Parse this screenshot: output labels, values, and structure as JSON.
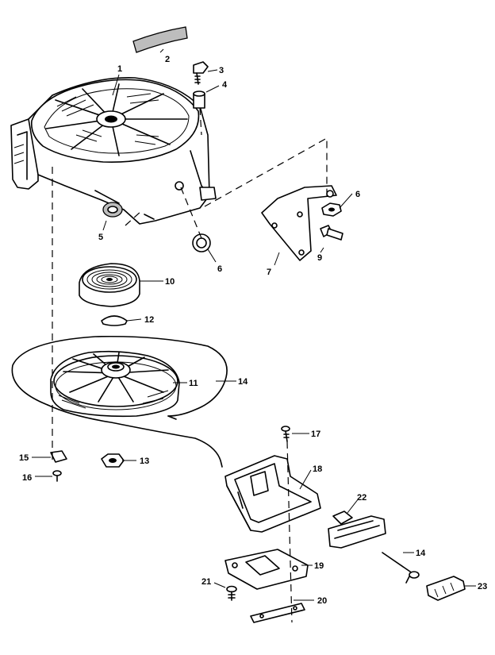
{
  "labels": {
    "p1": "1",
    "p2": "2",
    "p3": "3",
    "p4": "4",
    "p5": "5",
    "p6a": "6",
    "p6b": "6",
    "p7": "7",
    "p9": "9",
    "p10": "10",
    "p11": "11",
    "p12": "12",
    "p13": "13",
    "p14a": "14",
    "p14b": "14",
    "p15": "15",
    "p16": "16",
    "p17": "17",
    "p18": "18",
    "p19": "19",
    "p20": "20",
    "p21": "21",
    "p22": "22",
    "p23": "23"
  }
}
